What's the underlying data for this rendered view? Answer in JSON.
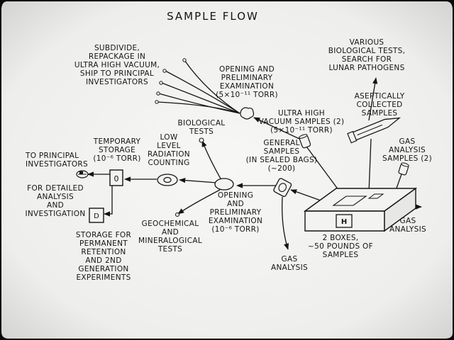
{
  "title": "SAMPLE FLOW",
  "labels": {
    "subdivide": [
      "SUBDIVIDE,",
      "REPACKAGE IN",
      "ULTRA HIGH VACUUM,",
      "SHIP TO PRINCIPAL",
      "INVESTIGATORS"
    ],
    "opening_uhv": [
      "OPENING AND",
      "PRELIMINARY",
      "EXAMINATION",
      "(5×10⁻¹¹ TORR)"
    ],
    "biological_top": [
      "VARIOUS",
      "BIOLOGICAL TESTS,",
      "SEARCH FOR",
      "LUNAR PATHOGENS"
    ],
    "aseptic": [
      "ASEPTICALLY",
      "COLLECTED",
      "SAMPLES"
    ],
    "uhv_samples": [
      "ULTRA HIGH",
      "VACUUM SAMPLES (2)",
      "(5×10⁻¹¹ TORR)"
    ],
    "biological_tests": [
      "BIOLOGICAL",
      "TESTS"
    ],
    "low_level": [
      "LOW",
      "LEVEL",
      "RADIATION",
      "COUNTING"
    ],
    "temporary": [
      "TEMPORARY",
      "STORAGE",
      "(10⁻⁶ TORR)"
    ],
    "to_pi": [
      "TO PRINCIPAL",
      "INVESTIGATORS"
    ],
    "detailed": [
      "FOR DETAILED",
      "ANALYSIS",
      "AND",
      "INVESTIGATION"
    ],
    "general_samples": [
      "GENERAL",
      "SAMPLES",
      "(IN SEALED BAGS)",
      "(~200)"
    ],
    "gas_samples": [
      "GAS",
      "ANALYSIS",
      "SAMPLES (2)"
    ],
    "opening_main": [
      "OPENING",
      "AND",
      "PRELIMINARY",
      "EXAMINATION",
      "(10⁻⁶ TORR)"
    ],
    "geochem": [
      "GEOCHEMICAL",
      "AND",
      "MINERALOGICAL",
      "TESTS"
    ],
    "storage": [
      "STORAGE FOR",
      "PERMANENT",
      "RETENTION",
      "AND 2ND",
      "GENERATION",
      "EXPERIMENTS"
    ],
    "gas_analysis_bottom": [
      "GAS",
      "ANALYSIS"
    ],
    "gas_analysis_right": [
      "GAS",
      "ANALYSIS"
    ],
    "boxes": [
      "2 BOXES,",
      "~50 POUNDS OF",
      "SAMPLES"
    ]
  },
  "icons": {
    "temporary_storage": "0",
    "storage": "D",
    "box": "H"
  }
}
